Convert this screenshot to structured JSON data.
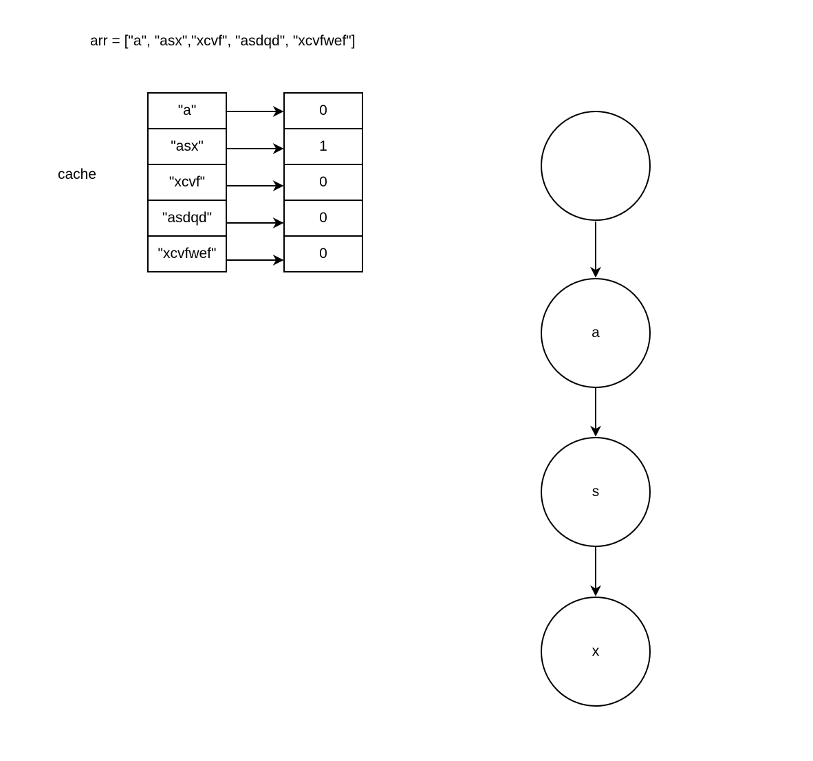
{
  "arr_label": "arr = [\"a\", \"asx\",\"xcvf\", \"asdqd\", \"xcvfwef\"]",
  "cache_label": "cache",
  "cache": {
    "keys": [
      "\"a\"",
      "\"asx\"",
      "\"xcvf\"",
      "\"asdqd\"",
      "\"xcvfwef\""
    ],
    "values": [
      "0",
      "1",
      "0",
      "0",
      "0"
    ]
  },
  "trie": {
    "nodes": [
      "",
      "a",
      "s",
      "x"
    ]
  }
}
